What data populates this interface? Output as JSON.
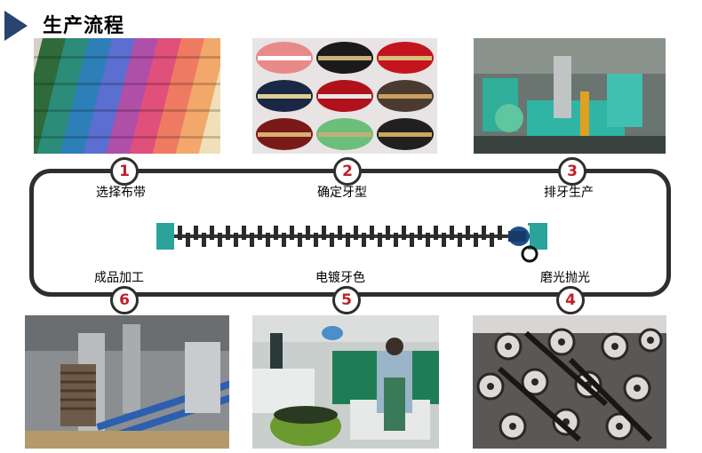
{
  "header": {
    "title": "生产流程"
  },
  "steps": [
    {
      "num": "1",
      "label": "选择布带"
    },
    {
      "num": "2",
      "label": "确定牙型"
    },
    {
      "num": "3",
      "label": "排牙生产"
    },
    {
      "num": "4",
      "label": "磨光抛光"
    },
    {
      "num": "5",
      "label": "电镀牙色"
    },
    {
      "num": "6",
      "label": "成品加工"
    }
  ],
  "colors": {
    "accent": "#27456f",
    "number": "#c0202a",
    "loop": "#2e2e2e",
    "zipper_tape": "#2aa39b",
    "zipper_slider": "#1f4e8c"
  }
}
